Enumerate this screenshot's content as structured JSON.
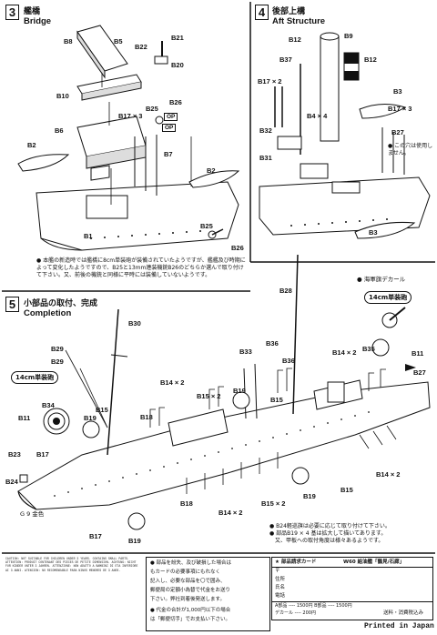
{
  "sections": {
    "bridge": {
      "number": "3",
      "title_jp": "艦橋",
      "title_en": "Bridge",
      "parts": [
        "B8",
        "B5",
        "B22",
        "B21",
        "B20",
        "B10",
        "B17 × 3",
        "B25",
        "B26",
        "B6",
        "B7",
        "B2",
        "B2",
        "B1",
        "B25",
        "B26"
      ],
      "op_labels": [
        "OP",
        "OP"
      ],
      "note": "● 本艦の新造時では艦橋に8cm単装砲が装備されていたようですが、艦艦及び時期によって変化したようですので、B25と13mm連装機銃B26のどちらか選んで取り付けて下さい。又、前後の機銃と同様に平時には装備していないようです。"
    },
    "aft": {
      "number": "4",
      "title_jp": "後部上構",
      "title_en": "Aft Structure",
      "parts": [
        "B12",
        "B9",
        "B37",
        "B12",
        "B17 × 2",
        "B4 × 4",
        "B3",
        "B17 × 3",
        "B32",
        "B27",
        "B31",
        "B3"
      ],
      "note": "● この穴は使用しません。"
    },
    "completion": {
      "number": "5",
      "title_jp": "小部品の取付、完成",
      "title_en": "Completion",
      "parts": [
        "B28",
        "B30",
        "B29",
        "B29",
        "B33",
        "B36",
        "B14 × 2",
        "B35",
        "B11",
        "B27",
        "B36",
        "B14 × 2",
        "B15 × 2",
        "B19",
        "B34",
        "B15",
        "B19",
        "B11",
        "B15",
        "B18",
        "B17",
        "B23",
        "B24",
        "B18",
        "B14 × 2",
        "B15 × 2",
        "B19",
        "B15",
        "B14 × 2",
        "B17",
        "B19"
      ],
      "callout_left": "14cm単装砲",
      "callout_right": "14cm単装砲",
      "decal_label": "● 海軍旗デカール",
      "color_label": "G 9 金色",
      "note": "● B24軽巡旗は必要に応じて取り付けて下さい。\n● 部品B19 × 4 基は拡大して描いてあります。\n　又、甲板への取付角度は様々あるようです。"
    }
  },
  "bottom": {
    "warning_text": "CAUTION: NOT SUITABLE FOR CHILDREN UNDER 3 YEARS. CONTAINS SMALL PARTS. ATTENTION: PRODUIT CONTENANT DES PIECES DE PETITE DIMENSION. ACHTUNG: NICHT FUR KINDER UNTER 3 JAHREN. ATTENZIONE: NON ADATTO A BAMBINI DI ETA INFERIORE AI 3 ANNI. ATENCION: NO RECOMENDABLE PARA NINOS MENORES DE 3 ANOS.",
    "parts_order_text": [
      "● 部品を紛失、及び破損した場合は",
      "もカードの必要事項にもれなく",
      "記入し、必要な部品を〇で囲み、",
      "郵便局の定額小為替で代金をお送り",
      "下さい。弊社到着後発送します。",
      "● 代金の合計が1,000円以下の場合",
      "は「郵便切手」でお支払い下さい。"
    ],
    "card": {
      "title": "★ 部品請求カード",
      "model": "W60 給油艦「鶴見/石廊」",
      "rows": [
        "〒",
        "住所",
        "氏名",
        "電話"
      ],
      "prices": "A部品 ---- 1500円    B部品 ---- 1500円",
      "decal": "デカール ---- 200円",
      "shipping": "送料・消費税込み"
    },
    "printed": "Printed in Japan"
  }
}
